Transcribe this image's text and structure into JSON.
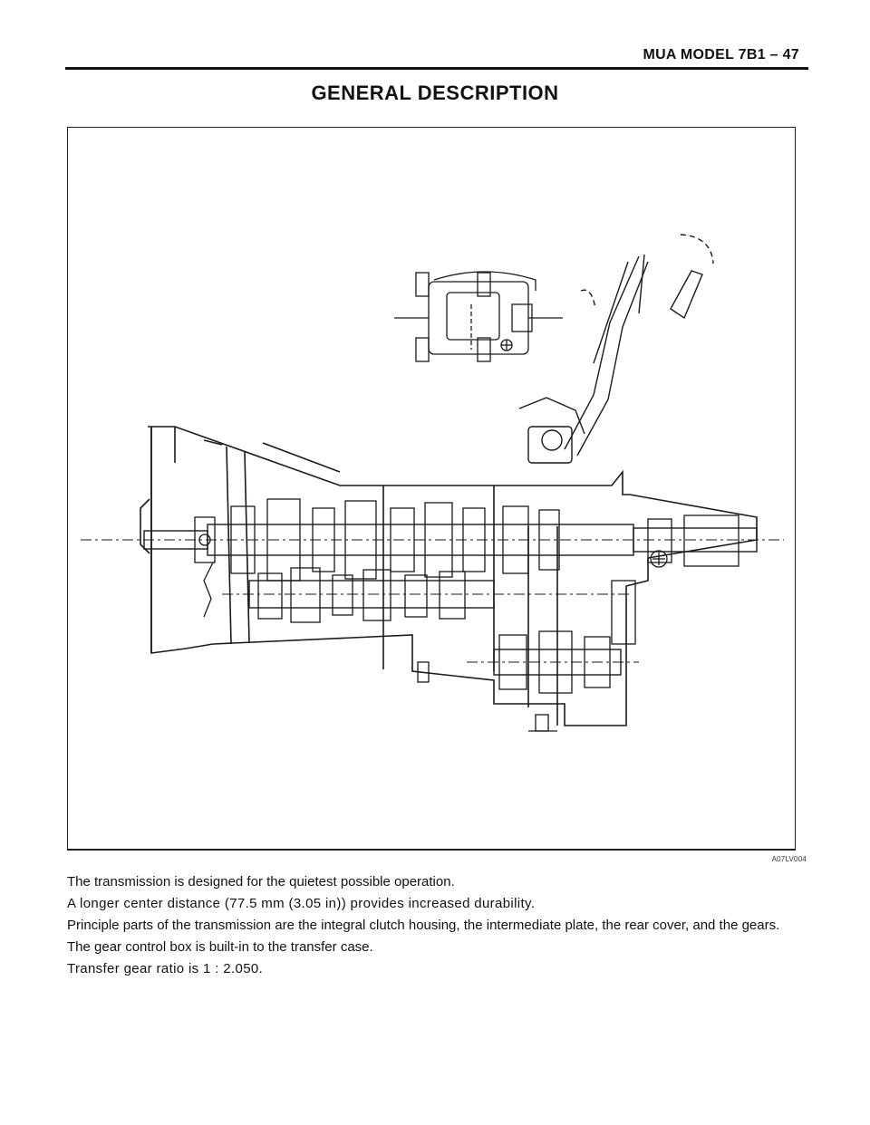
{
  "header": {
    "running_title": "MUA MODEL  7B1 – 47"
  },
  "page_title": "GENERAL DESCRIPTION",
  "figure": {
    "code": "A07LV004"
  },
  "paragraphs": [
    "The transmission is designed for the quietest possible operation.",
    "A longer center distance (77.5 mm (3.05 in)) provides increased durability.",
    "Principle parts of the transmission are the integral clutch housing, the intermediate plate, the rear cover, and the gears.",
    "The gear control box is built-in to the transfer case.",
    "Transfer gear ratio is 1 : 2.050."
  ]
}
